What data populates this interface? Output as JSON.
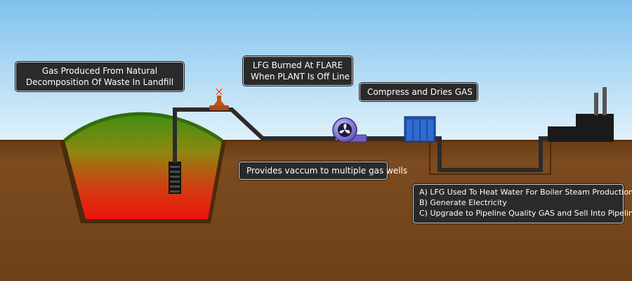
{
  "callouts": {
    "landfill": {
      "lines": [
        "Gas Produced From Natural",
        "Decomposition Of Waste In Landfill"
      ]
    },
    "flare": {
      "lines": [
        "LFG Burned At FLARE",
        "When PLANT Is Off Line"
      ]
    },
    "compress": {
      "lines": [
        "Compress and Dries GAS"
      ]
    },
    "vacuum": {
      "lines": [
        "Provides vaccum to multiple gas wells"
      ]
    },
    "uses": {
      "lines": [
        "A) LFG Used To Heat Water For Boiler Steam Production",
        "B) Generate Electricity",
        "C) Upgrade to Pipeline Quality GAS and Sell Into Pipeline"
      ]
    }
  },
  "colors": {
    "sky_top": "#7fc2ee",
    "sky_bottom": "#dff0fa",
    "ground": "#7a4a1e",
    "ground_dark": "#4a2a0e",
    "pipe": "#2b2b2b",
    "landfill_top": "#3e8a12",
    "landfill_bottom": "#e8150f",
    "blower": "#6b5fc4",
    "compressor": "#1f4fa8",
    "flare": "#c0541a",
    "plant": "#1a1a1a"
  }
}
